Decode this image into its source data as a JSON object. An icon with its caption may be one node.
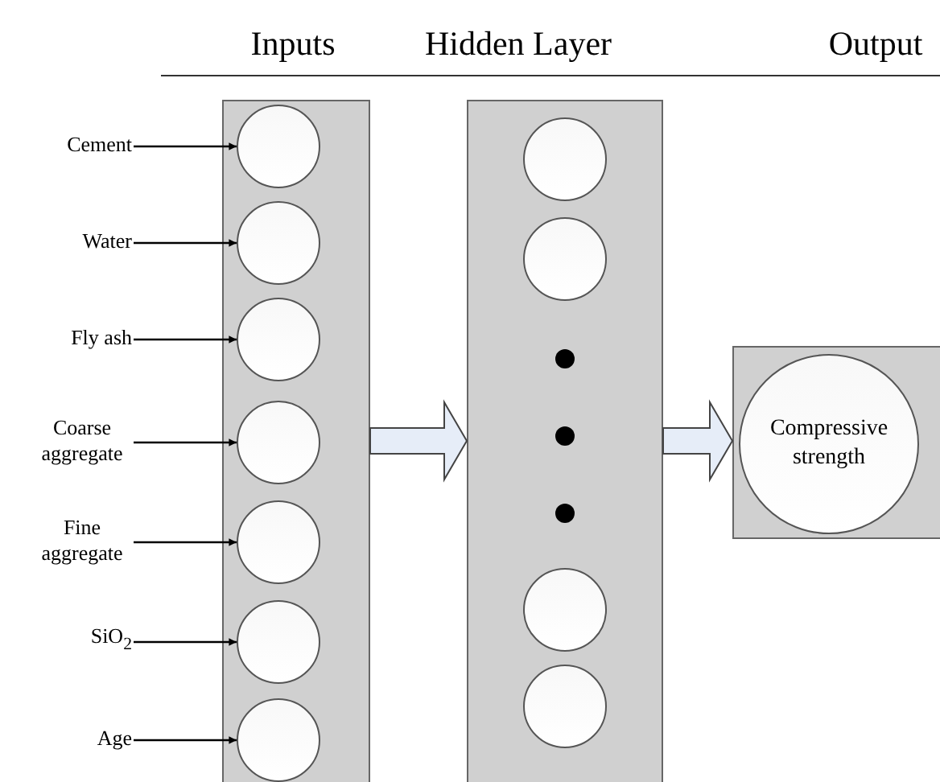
{
  "diagram": {
    "nodes": [
      {
        "text": [
          "Inputs"
        ]
      },
      {
        "text": [],
        "shape": "circle",
        "in": 0
      },
      {
        "text": [],
        "shape": "circle",
        "in": 0
      },
      {
        "text": [],
        "shape": "circle",
        "in": 0
      },
      {
        "text": [],
        "shape": "circle",
        "in": 0
      },
      {
        "text": [],
        "shape": "circle",
        "in": 0
      },
      {
        "text": [],
        "shape": "circle",
        "in": 0
      },
      {
        "text": [],
        "shape": "circle",
        "in": 0
      },
      {
        "text": [
          "Cement"
        ]
      },
      {
        "text": [
          "Water"
        ]
      },
      {
        "text": [
          "Fly ash"
        ]
      },
      {
        "text": [
          "Coarse aggregate"
        ]
      },
      {
        "text": [
          "Fine aggregate"
        ]
      },
      {
        "text": [
          "SiO$_{2}$"
        ]
      },
      {
        "text": [
          "Age"
        ]
      },
      {
        "text": [
          "Hidden Layer"
        ]
      },
      {
        "text": [],
        "shape": "circle",
        "in": 15
      },
      {
        "text": [],
        "shape": "circle",
        "in": 15
      },
      {
        "text": [],
        "shape": "circle",
        "in": 15
      },
      {
        "text": [],
        "shape": "circle",
        "in": 15
      },
      {
        "text": [],
        "shape": "box"
      },
      {
        "text": [
          "Compressive strength"
        ],
        "in": 20
      }
    ],
    "edges": [
      {
        "from": 8,
        "to": 1,
        "arrow": "to"
      },
      {
        "from": 9,
        "to": 2,
        "arrow": "to"
      },
      {
        "from": 10,
        "to": 3,
        "arrow": "to"
      },
      {
        "from": 11,
        "to": 4,
        "arrow": "to"
      },
      {
        "from": 12,
        "to": 5,
        "arrow": "to"
      },
      {
        "from": 13,
        "to": 6,
        "arrow": "to"
      },
      {
        "from": 14,
        "to": 7,
        "arrow": "to"
      },
      {
        "from": 0,
        "to": 15,
        "arrow": "to",
        "style": "thick"
      },
      {
        "from": 15,
        "to": 20,
        "arrow": "to",
        "style": "thick"
      }
    ],
    "labels": [
      "Output"
    ]
  }
}
